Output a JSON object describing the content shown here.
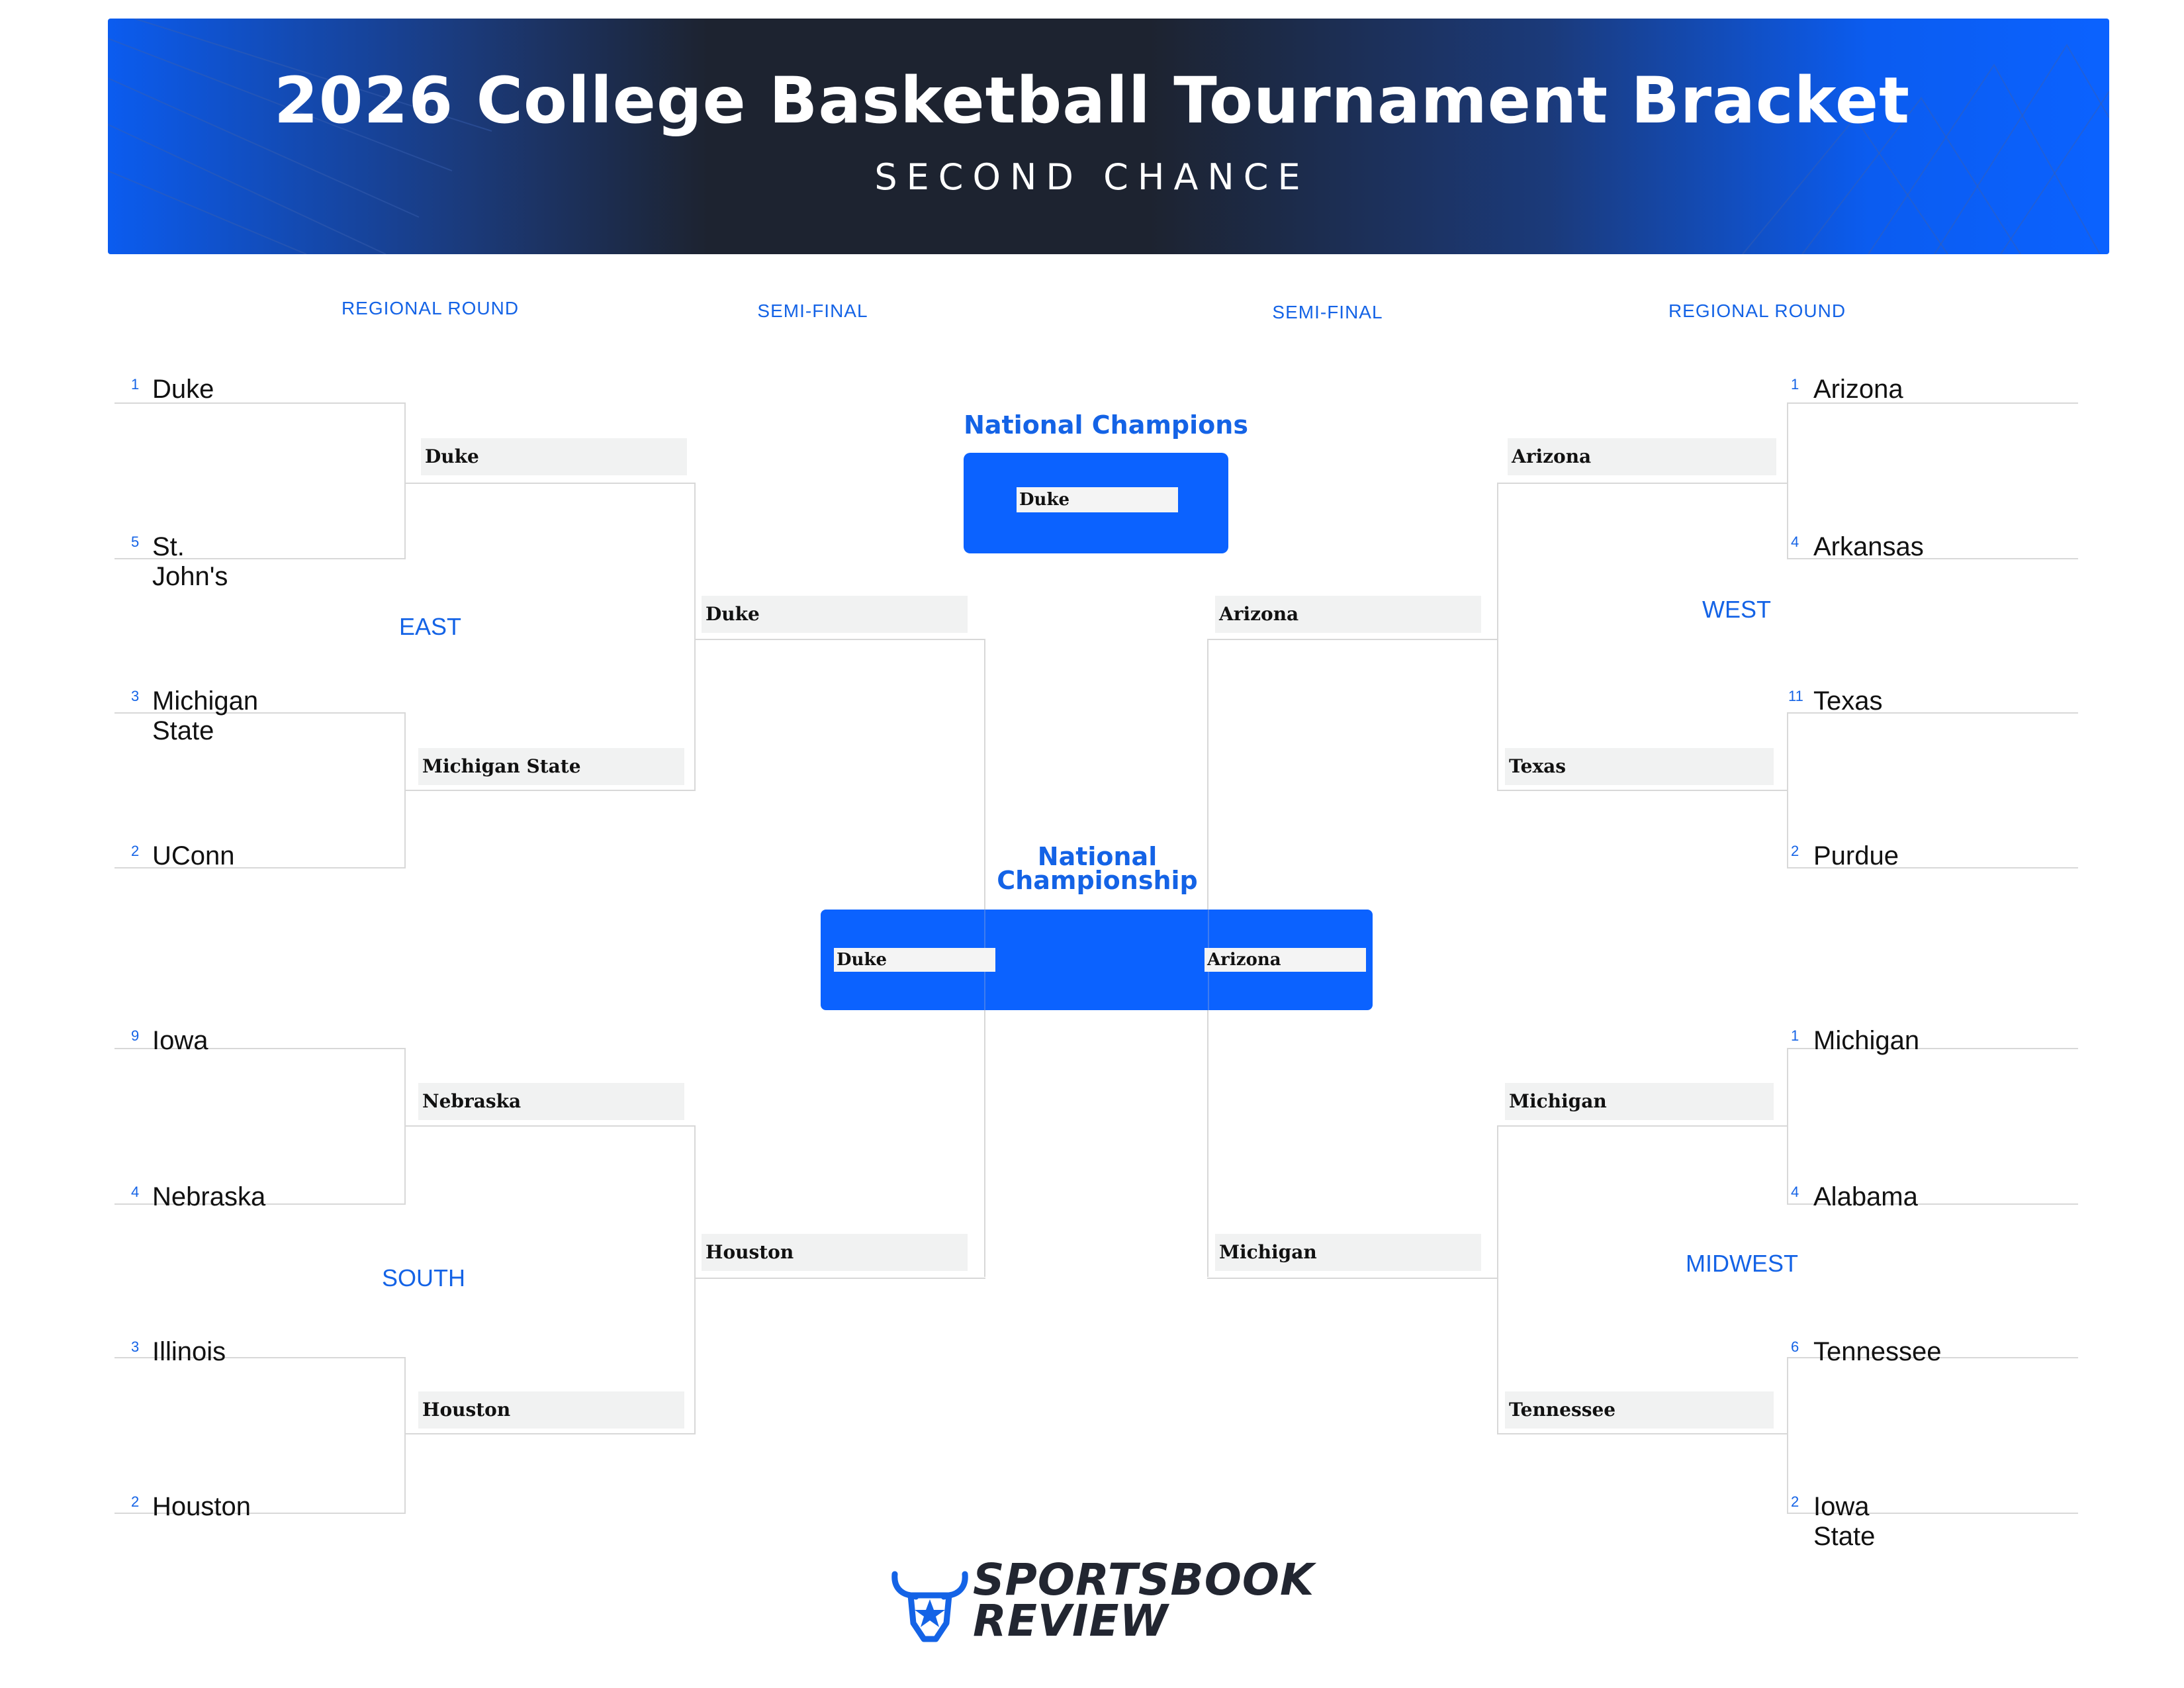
{
  "header": {
    "title": "2026 College Basketball Tournament Bracket",
    "subtitle": "SECOND CHANCE"
  },
  "rounds": {
    "left_regional": "REGIONAL ROUND",
    "left_semi": "SEMI-FINAL",
    "right_semi": "SEMI-FINAL",
    "right_regional": "REGIONAL ROUND"
  },
  "regions": {
    "east": "EAST",
    "south": "SOUTH",
    "west": "WEST",
    "midwest": "MIDWEST"
  },
  "east_teams": [
    {
      "seed": "1",
      "name": "Duke"
    },
    {
      "seed": "5",
      "name": "St. John's"
    },
    {
      "seed": "3",
      "name": "Michigan State"
    },
    {
      "seed": "2",
      "name": "UConn"
    }
  ],
  "south_teams": [
    {
      "seed": "9",
      "name": "Iowa"
    },
    {
      "seed": "4",
      "name": "Nebraska"
    },
    {
      "seed": "3",
      "name": "Illinois"
    },
    {
      "seed": "2",
      "name": "Houston"
    }
  ],
  "west_teams": [
    {
      "seed": "1",
      "name": "Arizona"
    },
    {
      "seed": "4",
      "name": "Arkansas"
    },
    {
      "seed": "11",
      "name": "Texas"
    },
    {
      "seed": "2",
      "name": "Purdue"
    }
  ],
  "midwest_teams": [
    {
      "seed": "1",
      "name": "Michigan"
    },
    {
      "seed": "4",
      "name": "Alabama"
    },
    {
      "seed": "6",
      "name": "Tennessee"
    },
    {
      "seed": "2",
      "name": "Iowa State"
    }
  ],
  "picks": {
    "east_r2": [
      "Duke",
      "Michigan State"
    ],
    "east_semi": "Duke",
    "south_r2": [
      "Nebraska",
      "Houston"
    ],
    "south_semi": "Houston",
    "west_r2": [
      "Arizona",
      "Texas"
    ],
    "west_semi": "Arizona",
    "midwest_r2": [
      "Michigan",
      "Tennessee"
    ],
    "midwest_semi": "Michigan"
  },
  "champions": {
    "label": "National Champions",
    "winner": "Duke"
  },
  "championship": {
    "label_line1": "National",
    "label_line2": "Championship",
    "left": "Duke",
    "right": "Arizona"
  },
  "brand": {
    "line1": "SPORTSBOOK",
    "line2": "REVIEW",
    "icon": "bull-head-icon"
  },
  "colors": {
    "accent": "#0b62ff",
    "label_blue": "#1463e6",
    "header_dark": "#1d2330",
    "line_gray": "#d8d8d8",
    "pick_bg": "#f1f2f2"
  }
}
